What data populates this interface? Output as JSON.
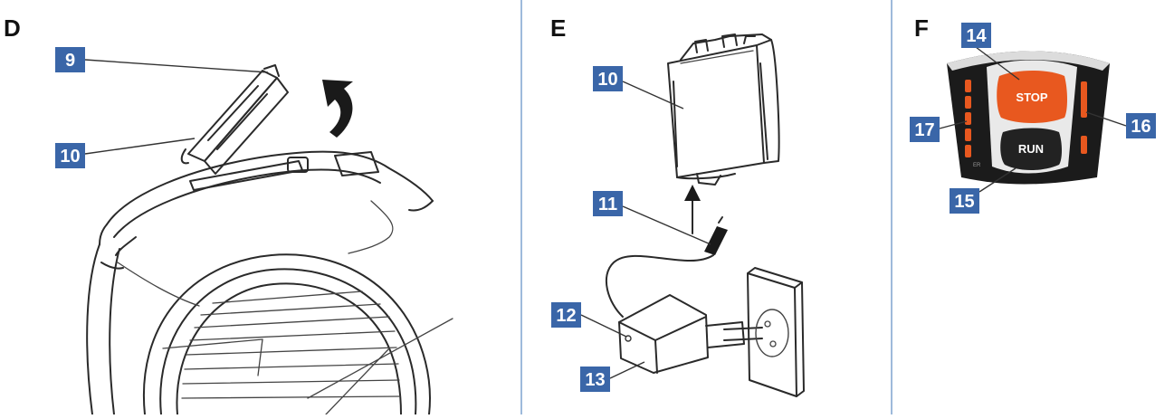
{
  "panels": {
    "d": {
      "letter": "D",
      "callouts": [
        "9",
        "10"
      ]
    },
    "e": {
      "letter": "E",
      "callouts": [
        "10",
        "11",
        "12",
        "13"
      ]
    },
    "f": {
      "letter": "F",
      "callouts": [
        "14",
        "17",
        "16",
        "15"
      ]
    }
  },
  "control_panel": {
    "stop_label": "STOP",
    "run_label": "RUN",
    "stop_color": "#e8581f",
    "run_color": "#222222",
    "led_color": "#e8581f",
    "tiny_mark": "ER"
  },
  "colors": {
    "callout_fill": "#3a66a8",
    "divider": "#7ea3cf"
  }
}
